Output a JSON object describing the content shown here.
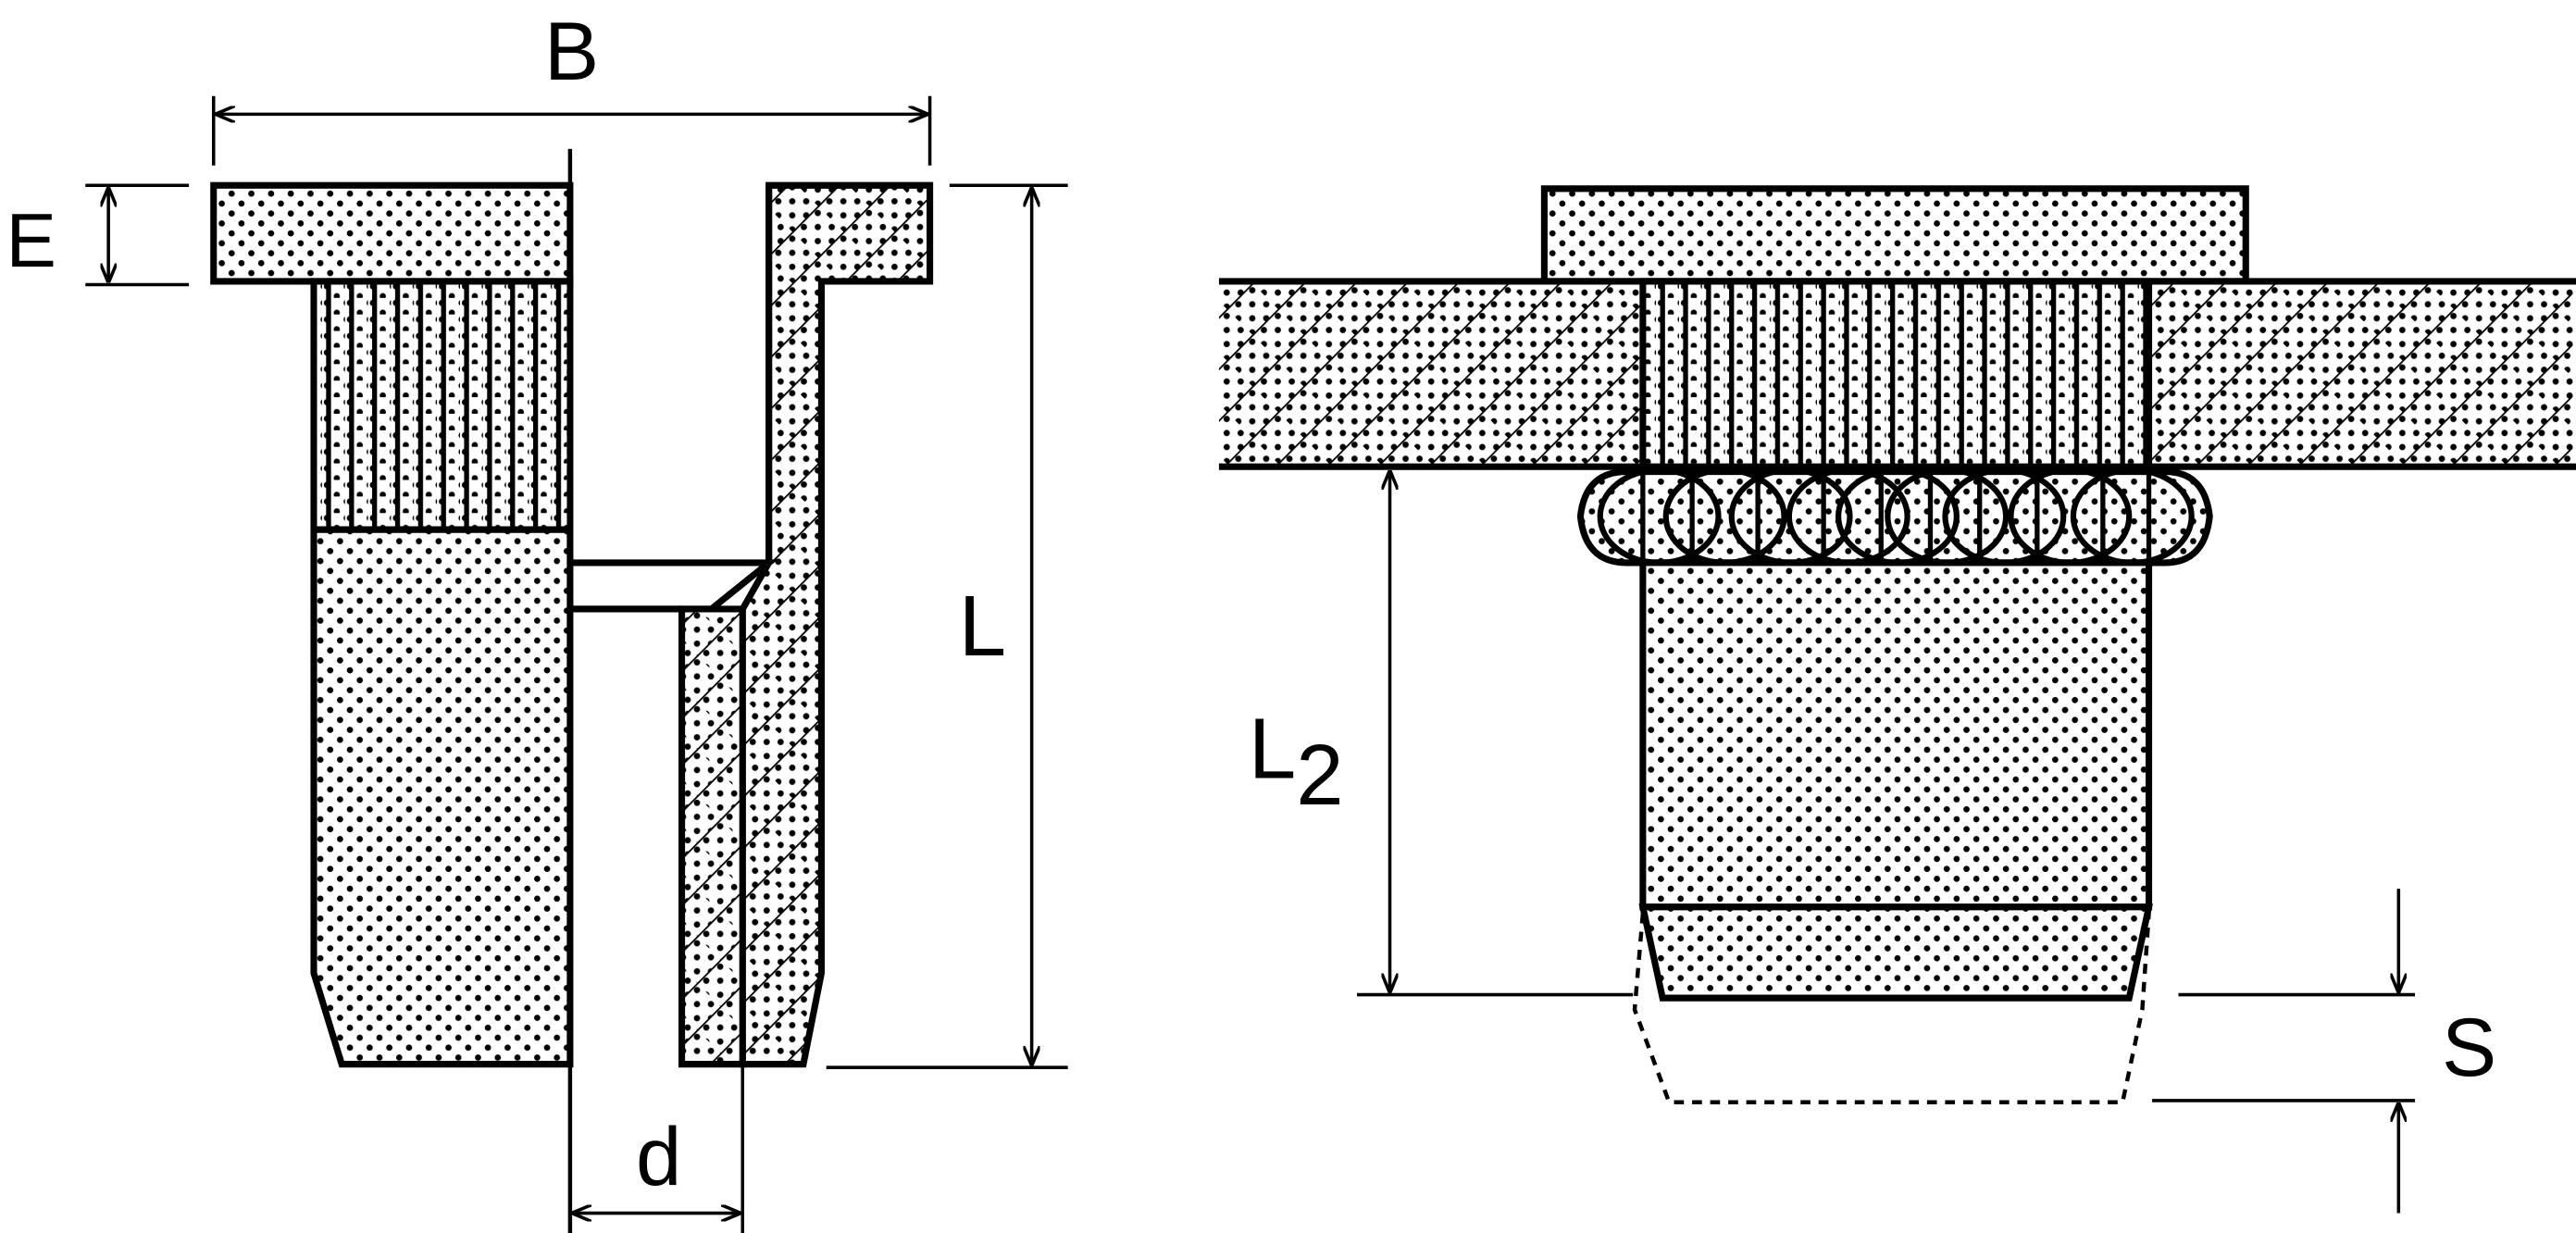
{
  "labels": {
    "B": "B",
    "E": "E",
    "L": "L",
    "d": "d",
    "L2_main": "L",
    "L2_sub": "2",
    "S": "S"
  },
  "colors": {
    "ink": "#000000",
    "paper": "#ffffff"
  }
}
